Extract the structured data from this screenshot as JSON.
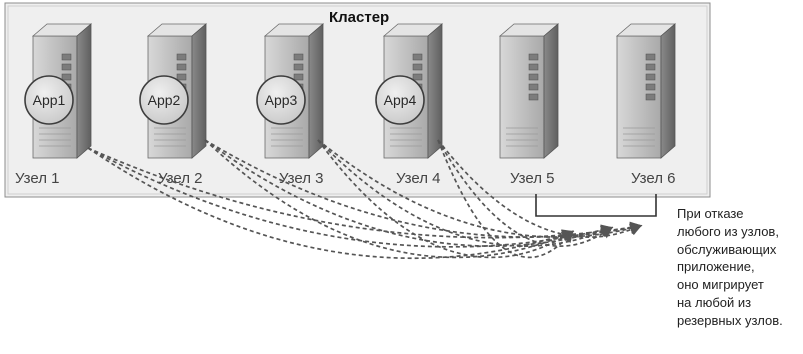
{
  "cluster": {
    "title": "Кластер"
  },
  "nodes": [
    {
      "label": "Узел 1",
      "app": "App1"
    },
    {
      "label": "Узел 2",
      "app": "App2"
    },
    {
      "label": "Узел 3",
      "app": "App3"
    },
    {
      "label": "Узел 4",
      "app": "App4"
    },
    {
      "label": "Узел 5",
      "app": ""
    },
    {
      "label": "Узел 6",
      "app": ""
    }
  ],
  "note": {
    "lines": [
      "При отказе",
      "любого из узлов,",
      "обслуживающих",
      "приложение,",
      "оно мигрирует",
      "на любой из",
      "резервных узлов."
    ]
  },
  "colors": {
    "cluster_fill": "#efefef",
    "server_light": "#cfcfcf",
    "server_mid": "#a6a6a6",
    "server_dark": "#6f6f6f",
    "bubble_fill": "#d9d9d9",
    "arrow": "#555555"
  }
}
